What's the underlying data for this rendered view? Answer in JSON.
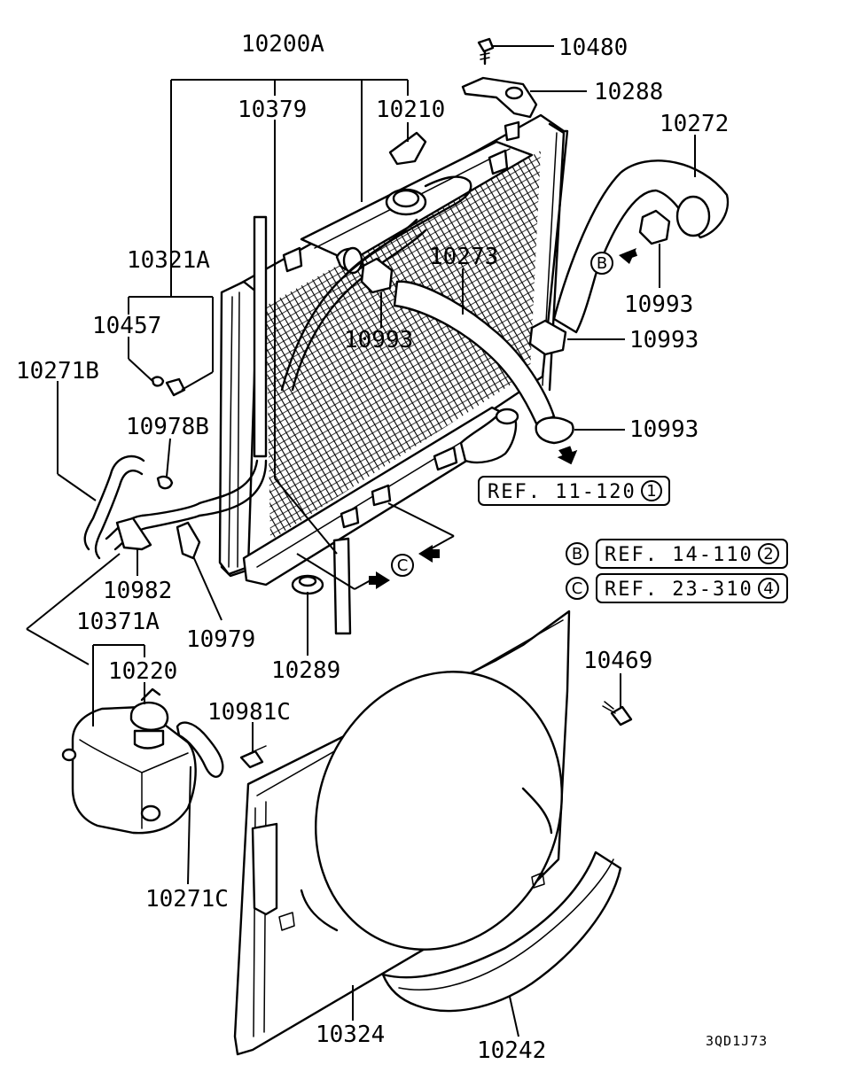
{
  "labels": {
    "p10200A": "10200A",
    "p10379": "10379",
    "p10210": "10210",
    "p10480": "10480",
    "p10288": "10288",
    "p10272": "10272",
    "p10321A": "10321A",
    "p10457": "10457",
    "p10271B": "10271B",
    "p10978B": "10978B",
    "p10273": "10273",
    "p10993a": "10993",
    "p10993b": "10993",
    "p10993c": "10993",
    "p10993d": "10993",
    "p10982": "10982",
    "p10371A": "10371A",
    "p10979": "10979",
    "p10289": "10289",
    "p10220": "10220",
    "p10981C": "10981C",
    "p10469": "10469",
    "p10271C": "10271C",
    "p10324": "10324",
    "p10242": "10242"
  },
  "references": {
    "ref1": {
      "text": "REF. 11-120",
      "num": "1"
    },
    "ref2": {
      "marker": "B",
      "text": "REF. 14-110",
      "num": "2"
    },
    "ref3": {
      "marker": "C",
      "text": "REF. 23-310",
      "num": "4"
    }
  },
  "markers": {
    "b": "B",
    "c": "C"
  },
  "drawing_code": "3QD1J73"
}
